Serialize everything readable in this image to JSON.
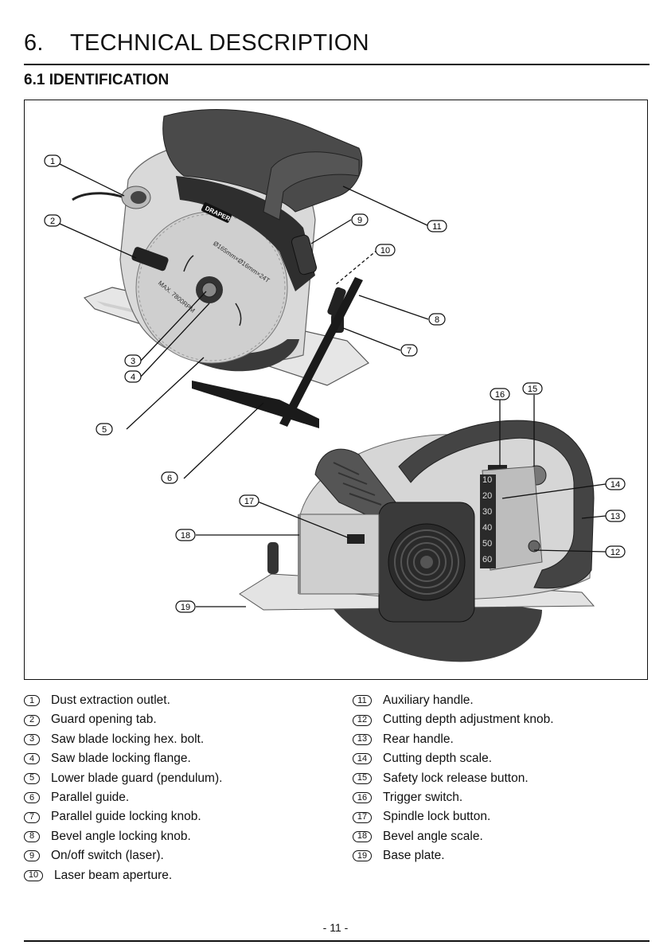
{
  "header": {
    "section_number": "6.",
    "section_title": "TECHNICAL DESCRIPTION",
    "subsection_title": "6.1 IDENTIFICATION"
  },
  "figure": {
    "brand_label": "DRAPER",
    "blade_text_1": "Ø165mm×Ø16mm×24T",
    "blade_text_2": "MAX. 7800RPM",
    "depth_scale_marks": [
      "10",
      "20",
      "30",
      "40",
      "50",
      "60"
    ],
    "callouts": [
      "1",
      "2",
      "3",
      "4",
      "5",
      "6",
      "7",
      "8",
      "9",
      "10",
      "11",
      "12",
      "13",
      "14",
      "15",
      "16",
      "17",
      "18",
      "19"
    ]
  },
  "legend": {
    "left": [
      {
        "num": "1",
        "text": "Dust extraction outlet."
      },
      {
        "num": "2",
        "text": "Guard opening tab."
      },
      {
        "num": "3",
        "text": "Saw blade locking hex. bolt."
      },
      {
        "num": "4",
        "text": "Saw blade locking flange."
      },
      {
        "num": "5",
        "text": "Lower blade guard (pendulum)."
      },
      {
        "num": "6",
        "text": "Parallel guide."
      },
      {
        "num": "7",
        "text": "Parallel guide locking knob."
      },
      {
        "num": "8",
        "text": "Bevel angle locking knob."
      },
      {
        "num": "9",
        "text": "On/off switch (laser)."
      },
      {
        "num": "10",
        "text": "Laser beam aperture."
      }
    ],
    "right": [
      {
        "num": "11",
        "text": "Auxiliary handle."
      },
      {
        "num": "12",
        "text": "Cutting depth adjustment knob."
      },
      {
        "num": "13",
        "text": "Rear handle."
      },
      {
        "num": "14",
        "text": "Cutting depth scale."
      },
      {
        "num": "15",
        "text": "Safety lock release button."
      },
      {
        "num": "16",
        "text": "Trigger switch."
      },
      {
        "num": "17",
        "text": "Spindle lock button."
      },
      {
        "num": "18",
        "text": "Bevel angle scale."
      },
      {
        "num": "19",
        "text": "Base plate."
      }
    ]
  },
  "footer": {
    "page_number": "- 11 -"
  }
}
